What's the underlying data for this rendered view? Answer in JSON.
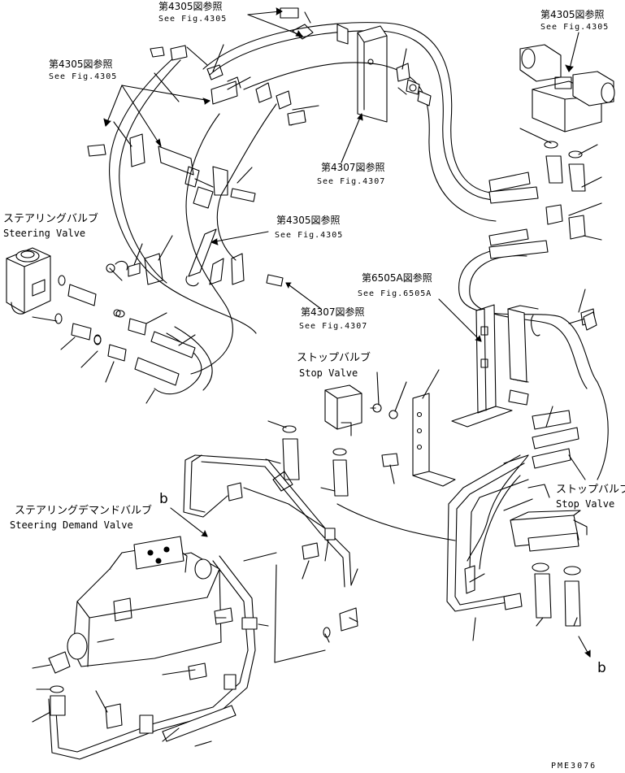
{
  "refs": {
    "top_center": {
      "jp": "第4305図参照",
      "en": "See Fig.4305"
    },
    "top_right": {
      "jp": "第4305図参照",
      "en": "See Fig.4305"
    },
    "upper_left": {
      "jp": "第4305図参照",
      "en": "See Fig.4305"
    },
    "middle": {
      "jp": "第4305図参照",
      "en": "See Fig.4305"
    },
    "bracket_4307": {
      "jp": "第4307図参照",
      "en": "See Fig.4307"
    },
    "lower_4307": {
      "jp": "第4307図参照",
      "en": "See Fig.4307"
    },
    "fig_6505a": {
      "jp": "第6505A図参照",
      "en": "See Fig.6505A"
    }
  },
  "components": {
    "steering_valve": {
      "jp": "ステアリングバルブ",
      "en": "Steering Valve"
    },
    "stop_valve_center": {
      "jp": "ストップバルブ",
      "en": "Stop Valve"
    },
    "stop_valve_right": {
      "jp": "ストップバルブ",
      "en": "Stop Valve"
    },
    "steering_demand_valve": {
      "jp": "ステアリングデマンドバルブ",
      "en": "Steering Demand Valve"
    }
  },
  "connection_marks": {
    "upper": "b",
    "lower": "b"
  },
  "drawing_code": "PME3076"
}
